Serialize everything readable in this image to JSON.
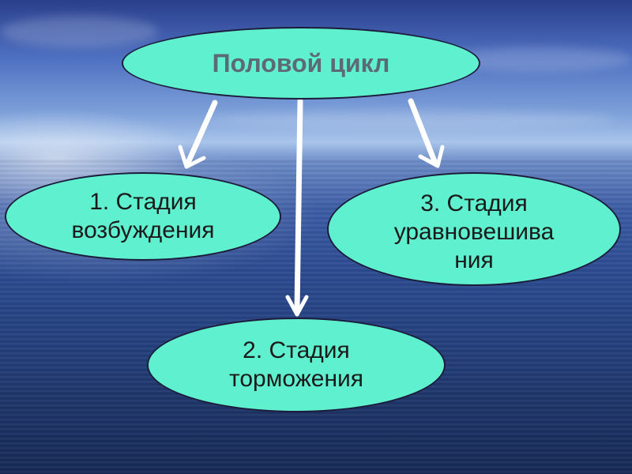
{
  "diagram": {
    "root": {
      "label": "Половой цикл"
    },
    "stages": [
      {
        "label": "1. Стадия\nвозбуждения"
      },
      {
        "label": "2. Стадия\nторможения"
      },
      {
        "label": "3. Стадия\nуравновешива\nния"
      }
    ],
    "colors": {
      "node_fill": "#5ff0cf",
      "node_border": "#1c1c3a",
      "arrow": "#ffffff",
      "root_text": "#5d6a74"
    }
  }
}
